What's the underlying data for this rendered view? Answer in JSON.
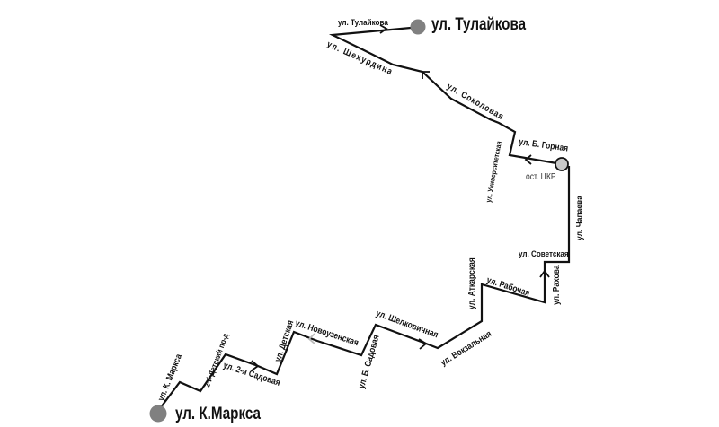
{
  "terminals": {
    "start": "ул. К.Маркса",
    "end": "ул. Тулайкова"
  },
  "stop_label": "ост. ЦКР",
  "streets": {
    "k_marksa": "ул. К. Маркса",
    "detsky_pr": "2-й Детский пр-д",
    "sadovaya2": "ул. 2-я Садовая",
    "detskaya": "ул. Детская",
    "novouzenskaya": "ул. Новоузенская",
    "b_sadovaya": "ул. Б. Садовая",
    "shelkovichnaya": "ул. Шелковичная",
    "vokzalnaya": "ул. Вокзальная",
    "atkarskaya": "ул. Аткарская",
    "rabochaya": "ул. Рабочая",
    "rakhova": "ул. Рахова",
    "sovetskaya": "ул. Советская",
    "chapaeva": "ул. Чапаева",
    "b_gornaya": "ул. Б. Горная",
    "universitetskaya": "ул. Университетская",
    "sokolovaya": "ул. Соколовая",
    "shekhurdina": "ул. Шехурдина",
    "tulaikova": "ул. Тулайкова"
  },
  "colors": {
    "route": "#111111",
    "terminal": "#808080",
    "stop": "#c8c8c8"
  }
}
